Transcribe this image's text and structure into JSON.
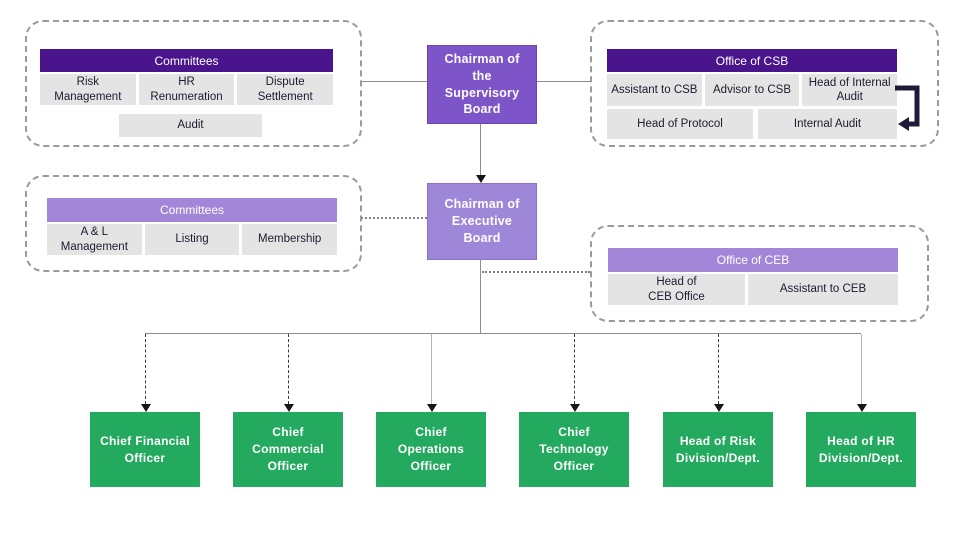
{
  "diagram": {
    "type": "org-chart",
    "colors": {
      "dark_purple": "#4a148c",
      "supervisory_purple": "#7d55c8",
      "executive_purple": "#9e86d8",
      "light_purple_header": "#a486d9",
      "cell_gray": "#e4e4e4",
      "green": "#23aa5f",
      "line_gray": "#8d8d8d",
      "elbow_arrow_navy": "#1c1c3a"
    }
  },
  "nodes": {
    "chairman_sb": "Chairman of\nthe\nSupervisory\nBoard",
    "chairman_eb": "Chairman of\nExecutive\nBoard"
  },
  "committees_sb": {
    "header": "Committees",
    "cell1": "Risk\nManagement",
    "cell2": "HR\nRenumeration",
    "cell3": "Dispute\nSettlement",
    "cell4": "Audit"
  },
  "office_csb": {
    "header": "Office of CSB",
    "cell1": "Assistant to CSB",
    "cell2": "Advisor to CSB",
    "cell3": "Head of Internal\nAudit",
    "cell4": "Head of Protocol",
    "cell5": "Internal Audit"
  },
  "committees_eb": {
    "header": "Committees",
    "cell1": "A & L\nManagement",
    "cell2": "Listing",
    "cell3": "Membership"
  },
  "office_ceb": {
    "header": "Office of CEB",
    "cell1": "Head of\nCEB Office",
    "cell2": "Assistant to CEB"
  },
  "executives": {
    "e1": "Chief Financial\nOfficer",
    "e2": "Chief\nCommercial\nOfficer",
    "e3": "Chief\nOperations\nOfficer",
    "e4": "Chief\nTechnology\nOfficer",
    "e5": "Head of Risk\nDivision/Dept.",
    "e6": "Head of HR\nDivision/Dept."
  }
}
